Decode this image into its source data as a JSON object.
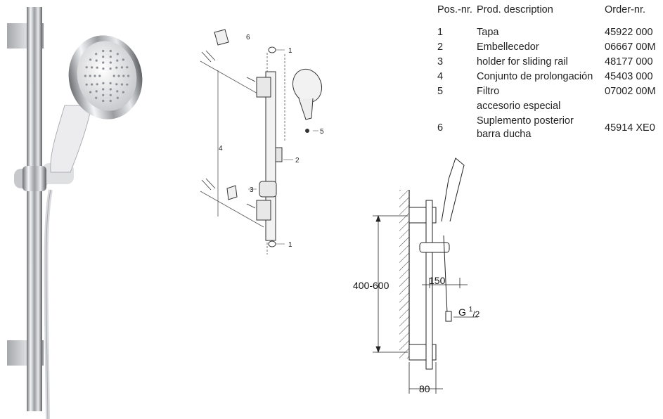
{
  "table": {
    "headers": {
      "pos": "Pos.-nr.",
      "desc": "Prod. description",
      "order": "Order-nr."
    },
    "rows": [
      {
        "pos": "1",
        "desc": "Tapa",
        "order": "45922 000"
      },
      {
        "pos": "2",
        "desc": "Embellecedor",
        "order": "06667 00M"
      },
      {
        "pos": "3",
        "desc": "holder for sliding rail",
        "order": "48177 000"
      },
      {
        "pos": "4",
        "desc": "Conjunto de prolongación",
        "order": "45403 000"
      },
      {
        "pos": "5",
        "desc": "Filtro",
        "desc2": "accesorio especial",
        "order": "07002 00M"
      },
      {
        "pos": "6",
        "desc": "Suplemento posterior",
        "desc2": "barra ducha",
        "order": "45914 XE0"
      }
    ]
  },
  "exploded_labels": {
    "l1a": "1",
    "l2": "2",
    "l3": "3",
    "l4": "4",
    "l5": "5",
    "l6": "6",
    "l1b": "1"
  },
  "dimensions": {
    "height_range": "400-600",
    "spacing": "150",
    "wall_offset": "80",
    "thread_main": "G ",
    "thread_sup": "1",
    "thread_sub": "/2"
  }
}
